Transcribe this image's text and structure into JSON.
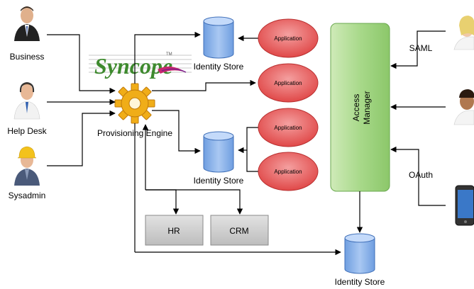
{
  "actors": {
    "business": "Business",
    "helpdesk": "Help Desk",
    "sysadmin": "Sysadmin"
  },
  "logo": "Syncope",
  "provisioning": "Provisioning Engine",
  "stores": {
    "top": "Identity Store",
    "middle": "Identity Store",
    "bottom": "Identity Store"
  },
  "applications": [
    "Application",
    "Application",
    "Application",
    "Application"
  ],
  "access_manager": {
    "line1": "Access",
    "line2": "Manager"
  },
  "systems": {
    "hr": "HR",
    "crm": "CRM"
  },
  "protocols": {
    "saml": "SAML",
    "oauth": "OAuth"
  },
  "colors": {
    "cylinder": "#8fb4e8",
    "application": "#e25a5a",
    "access_manager": "#9ed17a",
    "system_box": "#c8c8c8",
    "gear": "#f2b21a"
  }
}
